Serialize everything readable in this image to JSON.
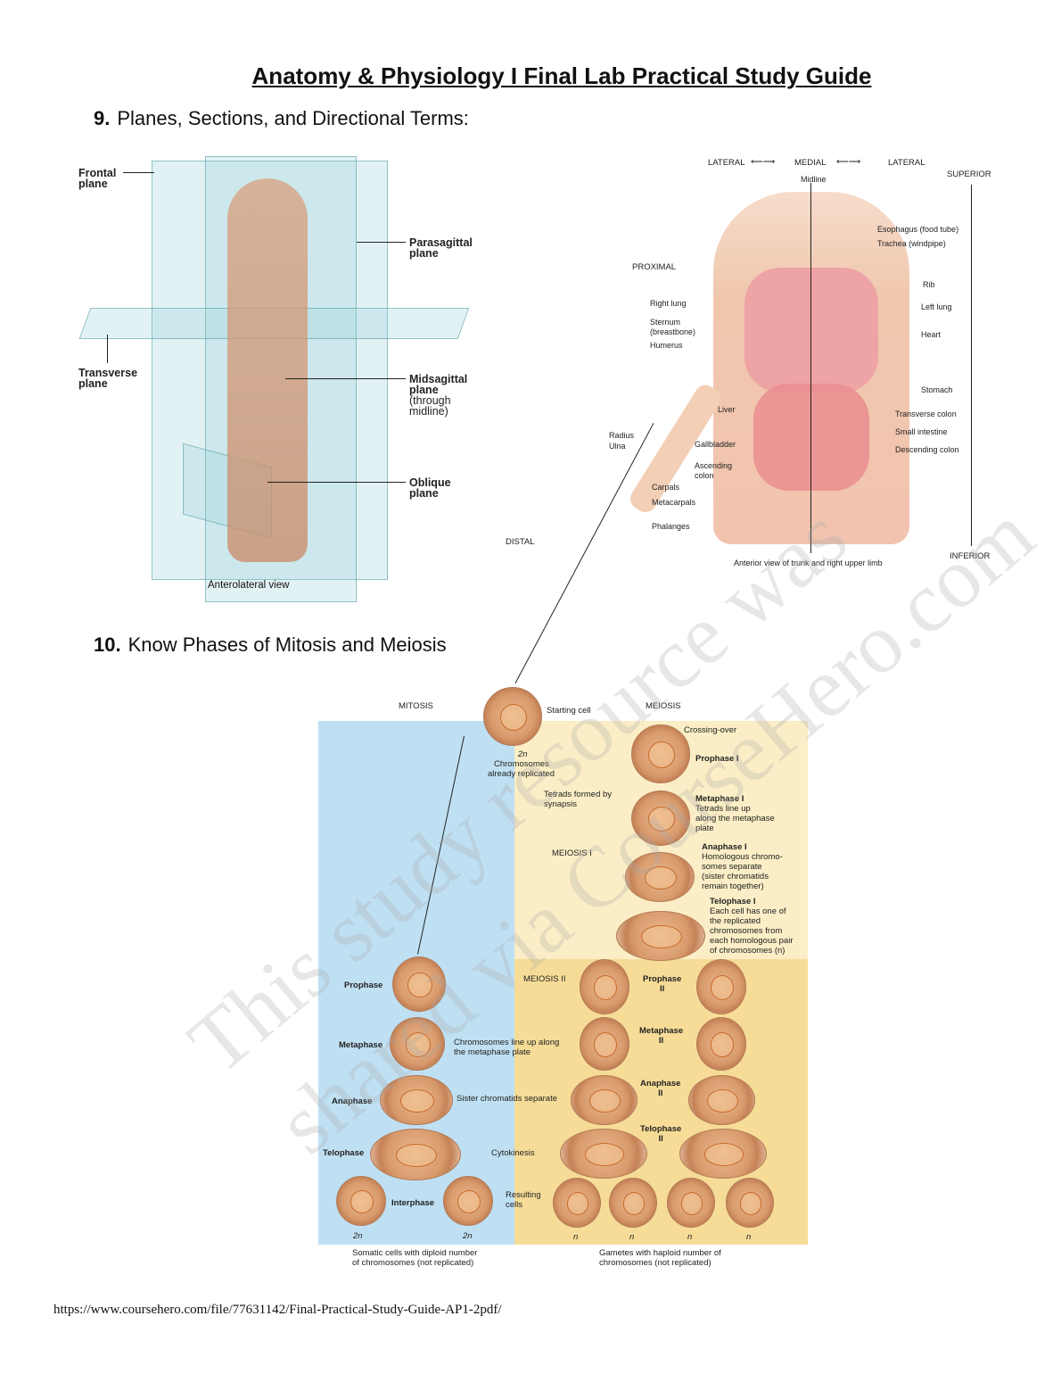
{
  "title": "Anatomy & Physiology I Final Lab Practical Study Guide",
  "section9": {
    "number": "9.",
    "text": "Planes, Sections, and Directional Terms:"
  },
  "section10": {
    "number": "10.",
    "text": "Know Phases of Mitosis and Meiosis"
  },
  "planes_figure": {
    "frontal": "Frontal",
    "frontal2": "plane",
    "parasagittal": "Parasagittal",
    "parasagittal2": "plane",
    "transverse": "Transverse",
    "transverse2": "plane",
    "midsagittal": "Midsagittal",
    "midsagittal2": "plane",
    "midsagittal3": "(through",
    "midsagittal4": "midline)",
    "oblique": "Oblique",
    "oblique2": "plane",
    "caption": "Anterolateral view"
  },
  "directional_figure": {
    "lateral_left": "LATERAL",
    "medial": "MEDIAL",
    "lateral_right": "LATERAL",
    "midline": "Midline",
    "superior": "SUPERIOR",
    "inferior": "INFERIOR",
    "proximal": "PROXIMAL",
    "distal": "DISTAL",
    "esophagus": "Esophagus (food tube)",
    "trachea": "Trachea (windpipe)",
    "rib": "Rib",
    "right_lung": "Right lung",
    "left_lung": "Left lung",
    "sternum": "Sternum",
    "sternum2": "(breastbone)",
    "heart": "Heart",
    "humerus": "Humerus",
    "stomach": "Stomach",
    "liver": "Liver",
    "transverse_colon": "Transverse colon",
    "radius": "Radius",
    "small_intestine": "Small intestine",
    "ulna": "Ulna",
    "gallbladder": "Gallbladder",
    "descending_colon": "Descending colon",
    "ascending": "Ascending",
    "ascending2": "colon",
    "carpals": "Carpals",
    "metacarpals": "Metacarpals",
    "phalanges": "Phalanges",
    "caption": "Anterior view of trunk and right upper limb"
  },
  "cell_figure": {
    "mitosis": "MITOSIS",
    "meiosis": "MEIOSIS",
    "starting_cell": "Starting cell",
    "two_n": "2n",
    "chromosomes": "Chromosomes",
    "already": "already replicated",
    "crossing_over": "Crossing-over",
    "prophase1": "Prophase I",
    "tetrads": "Tetrads formed by",
    "synapsis": "synapsis",
    "metaphase1": "Metaphase I",
    "metaphase1_d": [
      "Tetrads line up",
      "along the metaphase",
      "plate"
    ],
    "meiosis1": "MEIOSIS I",
    "anaphase1": "Anaphase I",
    "anaphase1_d": [
      "Homologous chromo-",
      "somes separate",
      "(sister chromatids",
      "remain together)"
    ],
    "telophase1": "Telophase I",
    "telophase1_d": [
      "Each cell has one of",
      "the replicated",
      "chromosomes from",
      "each homologous pair",
      "of chromosomes (n)"
    ],
    "prophase": "Prophase",
    "meiosis2": "MEIOSIS II",
    "prophase2": "Prophase",
    "ii": "II",
    "metaphase": "Metaphase",
    "metaphase_d1": "Chromosomes line up along",
    "metaphase_d2": "the metaphase plate",
    "metaphase2": "Metaphase",
    "anaphase": "Anaphase",
    "anaphase_d": "Sister chromatids separate",
    "anaphase2": "Anaphase",
    "telophase": "Telophase",
    "cytokinesis": "Cytokinesis",
    "telophase2": "Telophase",
    "interphase": "Interphase",
    "resulting": "Resulting",
    "cells": "cells",
    "n": "n",
    "somatic1": "Somatic cells with diploid number",
    "somatic2": "of chromosomes (not replicated)",
    "gametes1": "Gametes with haploid number of",
    "gametes2": "chromosomes (not replicated)"
  },
  "watermark": {
    "line1": "This study resource was",
    "line2": "shared via CourseHero.com"
  },
  "footer_url": "https://www.coursehero.com/file/77631142/Final-Practical-Study-Guide-AP1-2pdf/"
}
